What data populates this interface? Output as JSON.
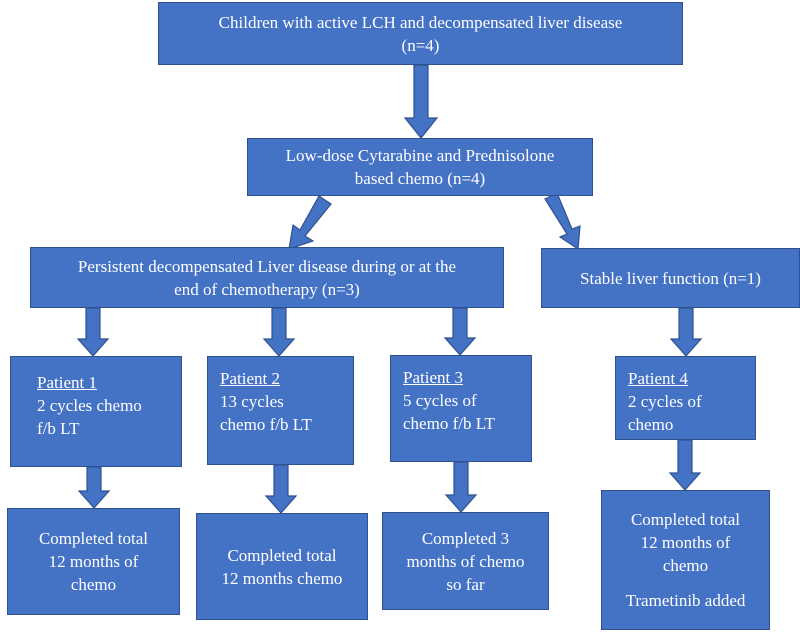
{
  "colors": {
    "box_fill": "#4472c4",
    "box_border": "#2f528f",
    "text": "#ffffff",
    "arrow": "#4472c4"
  },
  "boxes": {
    "root": {
      "lines": [
        "Children with active LCH and decompensated liver disease",
        "(n=4)"
      ]
    },
    "chemo": {
      "lines": [
        "Low-dose Cytarabine and Prednisolone",
        "based chemo (n=4)"
      ]
    },
    "persistent": {
      "lines": [
        "Persistent decompensated Liver disease during or at the",
        "end of chemotherapy (n=3)"
      ]
    },
    "stable": {
      "lines": [
        "Stable liver function (n=1)"
      ]
    },
    "patient1": {
      "heading": "Patient 1",
      "lines": [
        "2 cycles chemo",
        "f/b LT"
      ]
    },
    "patient2": {
      "heading": "Patient 2",
      "lines": [
        "13 cycles",
        "chemo f/b LT"
      ]
    },
    "patient3": {
      "heading": "Patient 3",
      "lines": [
        "5 cycles of",
        "chemo f/b LT"
      ]
    },
    "patient4": {
      "heading": "Patient 4",
      "lines": [
        "2 cycles of",
        "chemo"
      ]
    },
    "outcome1": {
      "lines": [
        "Completed total",
        "12 months of",
        "chemo"
      ]
    },
    "outcome2": {
      "lines": [
        "Completed  total",
        "12 months chemo"
      ]
    },
    "outcome3": {
      "lines": [
        "Completed 3",
        "months of chemo",
        "so far"
      ]
    },
    "outcome4": {
      "lines": [
        "Completed total",
        "12 months of",
        "chemo"
      ],
      "extra": "Trametinib added"
    }
  }
}
